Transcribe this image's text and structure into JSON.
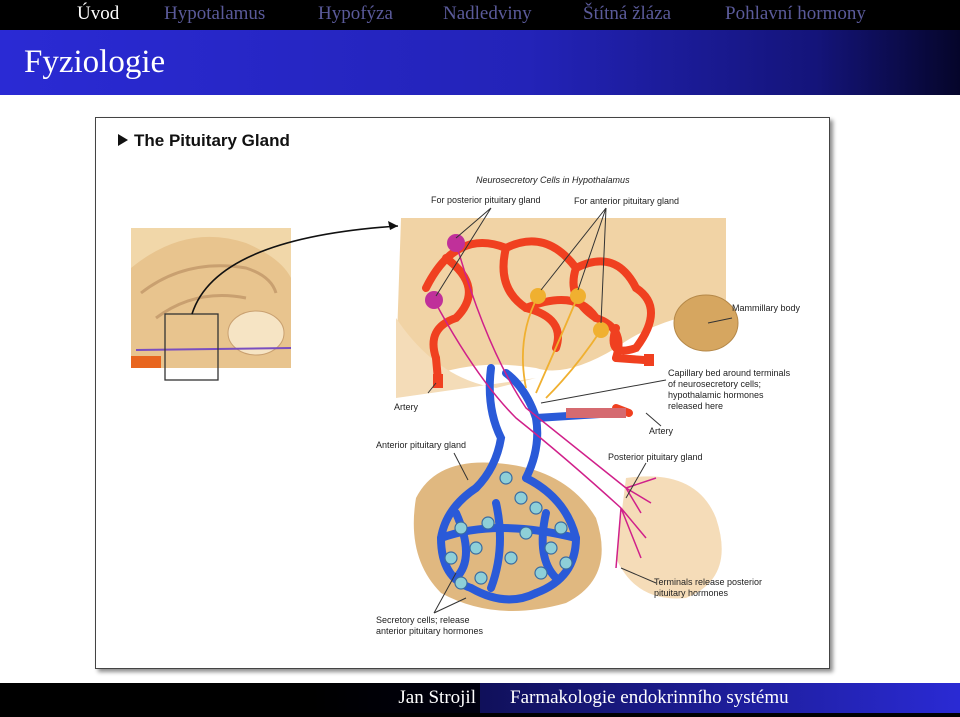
{
  "nav": {
    "items": [
      "Úvod",
      "Hypotalamus",
      "Hypofýza",
      "Nadledviny",
      "Štítná žláza",
      "Pohlavní hormony"
    ]
  },
  "slide": {
    "title": "Fyziologie"
  },
  "figure": {
    "heading": "The Pituitary Gland",
    "labels": {
      "neurosecretory": "Neurosecretory Cells in Hypothalamus",
      "posterior_cells": "For posterior pituitary gland",
      "anterior_cells": "For anterior pituitary gland",
      "mammillary": "Mammillary body",
      "capillary_1": "Capillary bed around terminals",
      "capillary_2": "of neurosecretory cells;",
      "capillary_3": "hypothalamic hormones",
      "capillary_4": "released here",
      "artery_left": "Artery",
      "artery_right": "Artery",
      "anterior_gland": "Anterior pituitary gland",
      "posterior_gland": "Posterior pituitary gland",
      "terminals_1": "Terminals release posterior",
      "terminals_2": "pituitary hormones",
      "secretory_1": "Secretory cells; release",
      "secretory_2": "anterior pituitary hormones"
    }
  },
  "footer": {
    "author": "Jan Strojil",
    "course": "Farmakologie endokrinního systému"
  },
  "colors": {
    "nav_active": "#ffffff",
    "nav_inactive": "#5a5a9a",
    "title_bar": "#2a2ad4",
    "vessel_red": "#f04020",
    "vessel_blue": "#2a5ad8",
    "neuron_pink": "#d0208a",
    "neuron_yellow": "#f0b030"
  }
}
